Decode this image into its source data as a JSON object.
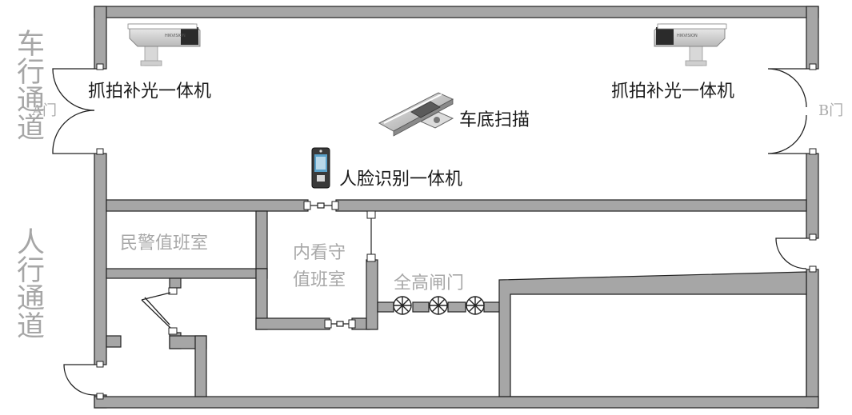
{
  "lanes": {
    "vehicle": "车行通道",
    "pedestrian": "人行通道"
  },
  "doors": {
    "a": "A门",
    "b": "B门"
  },
  "devices": {
    "camera_left": {
      "label": "抓拍补光一体机",
      "icon": "bullet-camera-icon"
    },
    "camera_right": {
      "label": "抓拍补光一体机",
      "icon": "bullet-camera-icon"
    },
    "undercar": {
      "label": "车底扫描",
      "icon": "under-vehicle-scanner-icon"
    },
    "face": {
      "label": "人脸识别一体机",
      "icon": "face-recognition-terminal-icon"
    }
  },
  "rooms": {
    "police": "民警值班室",
    "guard_line1": "内看守",
    "guard_line2": "值班室"
  },
  "gate": "全高闸门",
  "colors": {
    "wall": "#a6a6a6",
    "wall_outline": "#222222",
    "label_grey": "#a8a8a8",
    "label_dark": "#1a1a1a"
  }
}
